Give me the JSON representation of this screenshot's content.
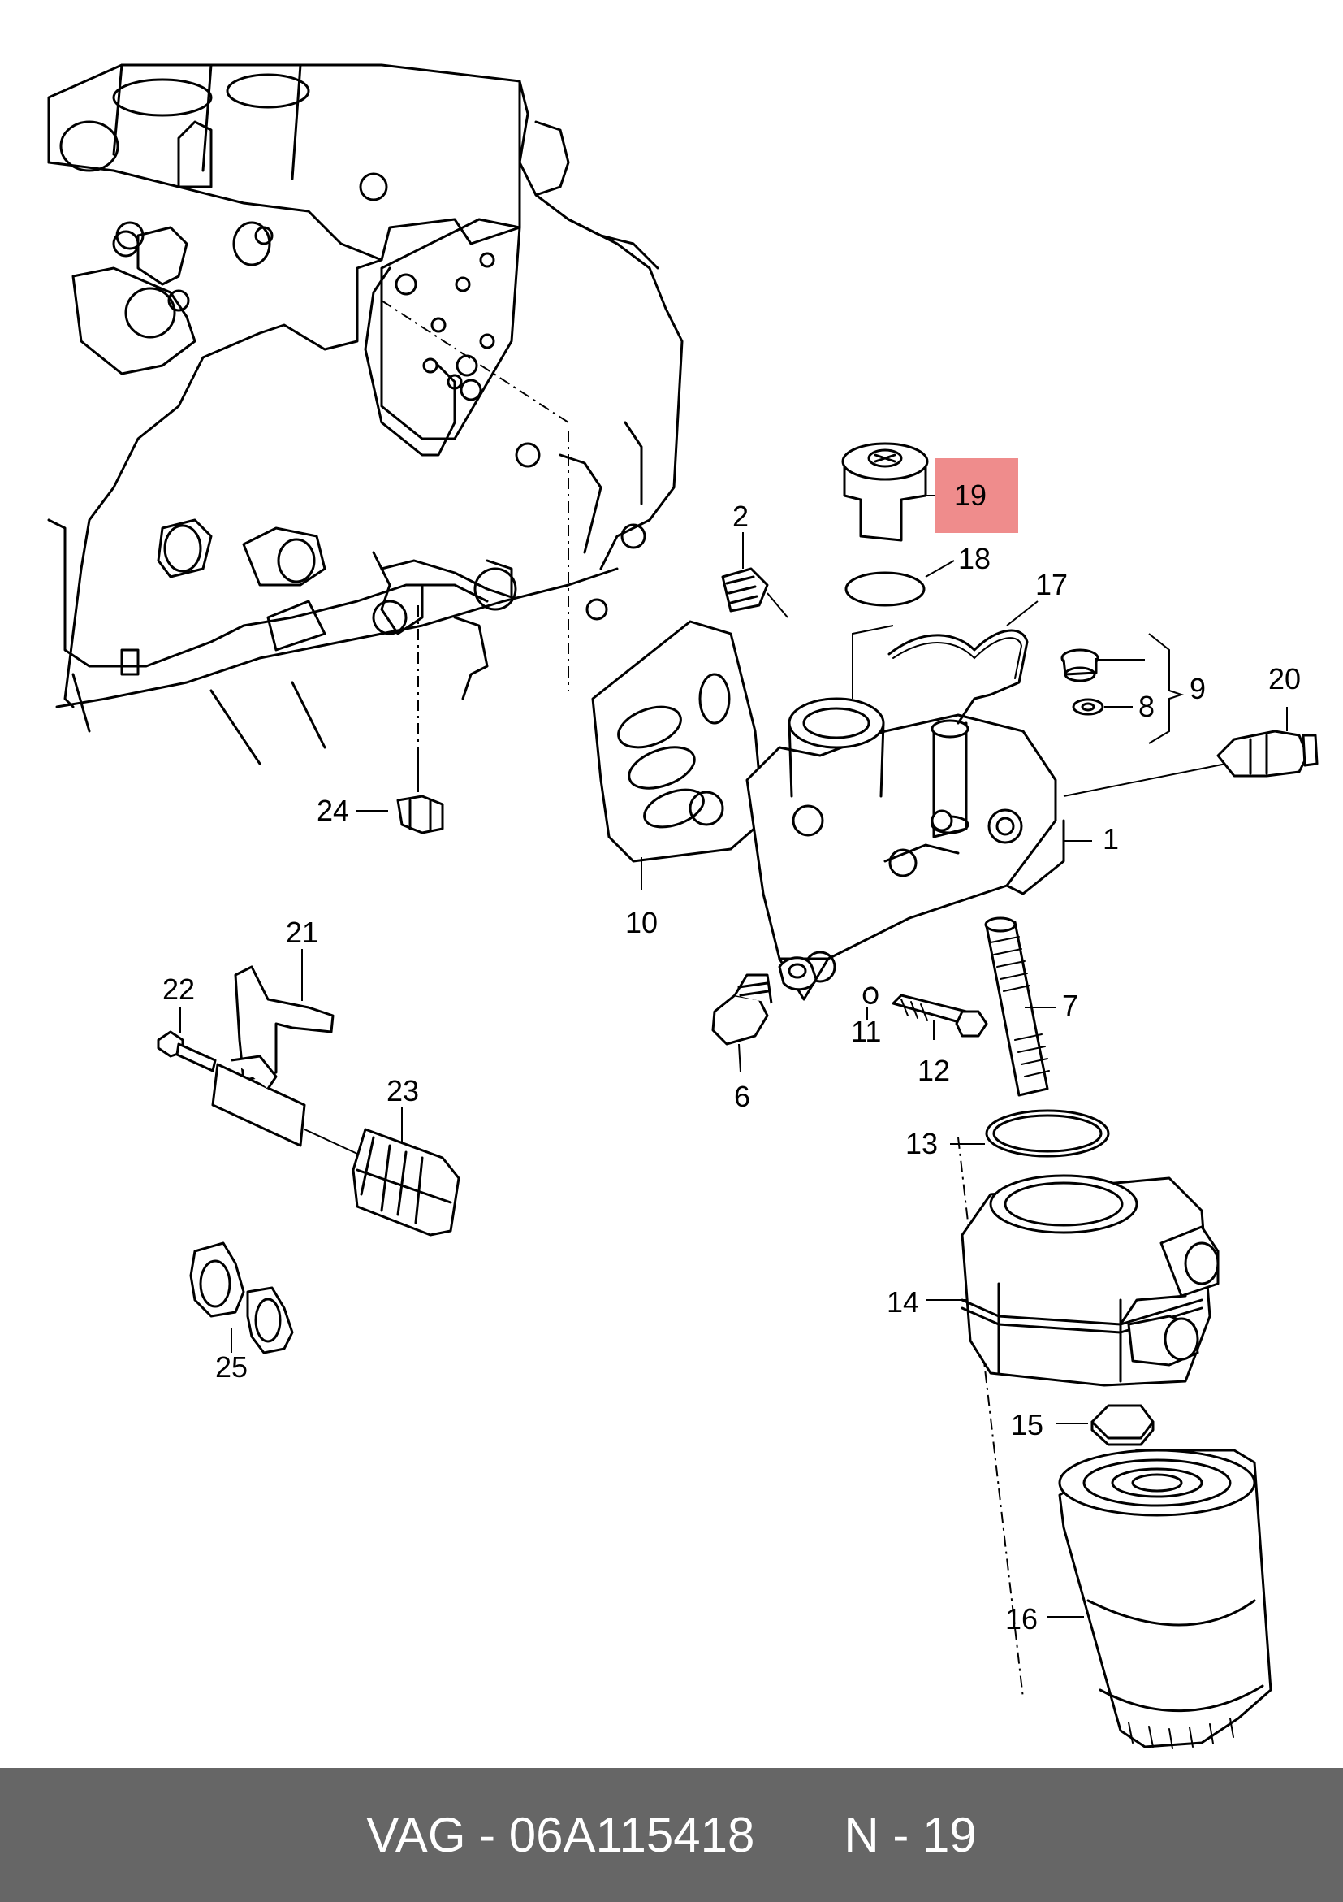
{
  "colors": {
    "highlight": "#ef8c8c",
    "footer_bg": "#666666",
    "footer_text": "#ffffff",
    "line": "#000000"
  },
  "highlighted_callout": "19",
  "callouts": {
    "c1": "1",
    "c2": "2",
    "c6": "6",
    "c7": "7",
    "c8": "8",
    "c9": "9",
    "c10": "10",
    "c11": "11",
    "c12": "12",
    "c13": "13",
    "c14": "14",
    "c15": "15",
    "c16": "16",
    "c17": "17",
    "c18": "18",
    "c19": "19",
    "c20": "20",
    "c21": "21",
    "c22": "22",
    "c23": "23",
    "c24": "24",
    "c25": "25"
  },
  "footer": {
    "part_number": "VAG - 06A115418",
    "position": "N - 19"
  }
}
